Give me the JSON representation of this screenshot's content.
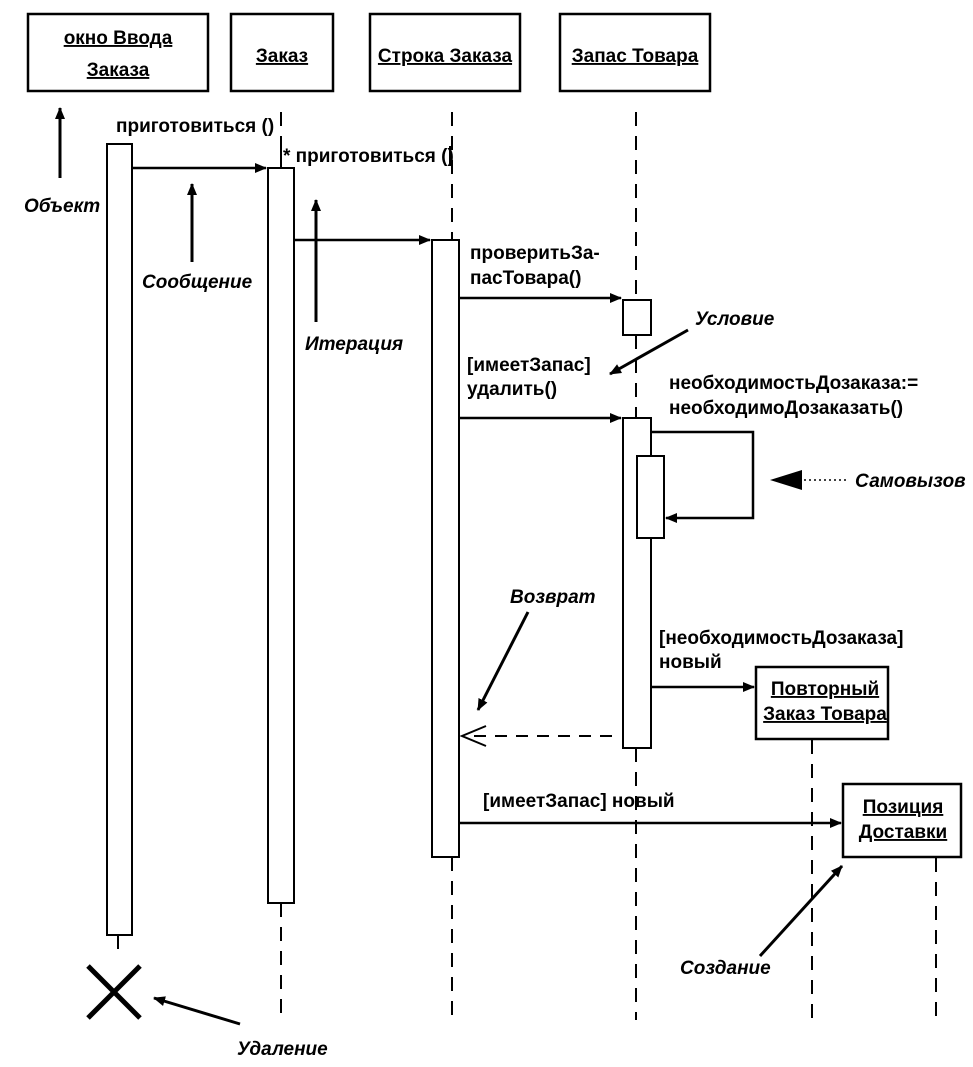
{
  "objects": {
    "order_entry_window": [
      "окно Ввода",
      "Заказа"
    ],
    "order": "Заказ",
    "order_line": "Строка Заказа",
    "stock_item": "Запас Товара",
    "reorder_item": [
      "Повторный",
      "Заказ Товара"
    ],
    "delivery_item": [
      "Позиция",
      "Доставки"
    ]
  },
  "messages": {
    "prepare_1": "приготовиться ()",
    "prepare_iter": "* приготовиться ()",
    "check_stock": [
      "проверитьЗа-",
      "пасТовара()"
    ],
    "remove": [
      "[имеетЗапас]",
      "удалить()"
    ],
    "need_reorder": [
      "необходимостьДозаказа:=",
      "необходимоДозаказать()"
    ],
    "new_reorder": [
      "[необходимостьДозаказа]",
      "новый"
    ],
    "new_delivery": "[имеетЗапас] новый"
  },
  "annotations": {
    "object": "Объект",
    "message": "Сообщение",
    "iteration": "Итерация",
    "condition": "Условие",
    "self_call": "Самовызов",
    "return": "Возврат",
    "creation": "Создание",
    "deletion": "Удаление"
  }
}
